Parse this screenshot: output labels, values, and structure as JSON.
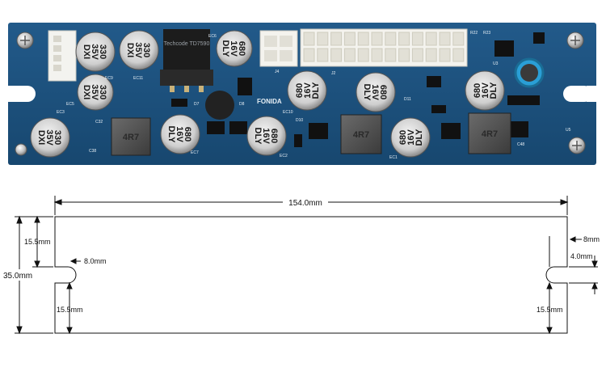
{
  "board": {
    "brand": "FONIDA",
    "colors": {
      "pcb": "#1c4e7a",
      "pcb_dark": "#143a5c",
      "silk": "#e6eef4",
      "pad": "#c9b27a"
    },
    "capacitors": [
      {
        "label": "330 35V DXI"
      },
      {
        "label": "330 35V DXI"
      },
      {
        "label": "330 35V DXI"
      },
      {
        "label": "330 35V DXI"
      },
      {
        "label": "680 16V DLY"
      },
      {
        "label": "680 16V DLY"
      },
      {
        "label": "680 16V DLY"
      },
      {
        "label": "680 16V DLY"
      },
      {
        "label": "680 16V DLY"
      },
      {
        "label": "680 16V DLY"
      },
      {
        "label": "680 16V DLY"
      }
    ],
    "inductors": [
      {
        "label": "4R7"
      },
      {
        "label": "4R7"
      },
      {
        "label": "4R7"
      }
    ],
    "ic_marking": "Techcode TD7590",
    "silkscreen": {
      "ec1": "EC1",
      "ec2": "EC2",
      "ec3": "EC3",
      "ec5": "EC5",
      "ec6": "EC6",
      "ec7": "EC7",
      "ec9": "EC9",
      "ec10": "EC10",
      "ec11": "EC11",
      "j2": "J2",
      "j4": "J4",
      "d7": "D7",
      "d8": "D8",
      "d10": "D10",
      "d11": "D11",
      "u3": "U3",
      "u5": "U5",
      "c32": "C32",
      "c38": "C38",
      "c48": "C48",
      "r22": "R22",
      "r23": "R23"
    }
  },
  "drawing": {
    "width_label": "154.0mm",
    "height_label": "35.0mm",
    "top_to_slot_left": "15.5mm",
    "bottom_to_slot_left": "15.5mm",
    "slot_depth_left": "8.0mm",
    "slot_width_right": "4.0mm",
    "slot_depth_right": "8mm",
    "bottom_to_slot_right": "15.5mm"
  }
}
